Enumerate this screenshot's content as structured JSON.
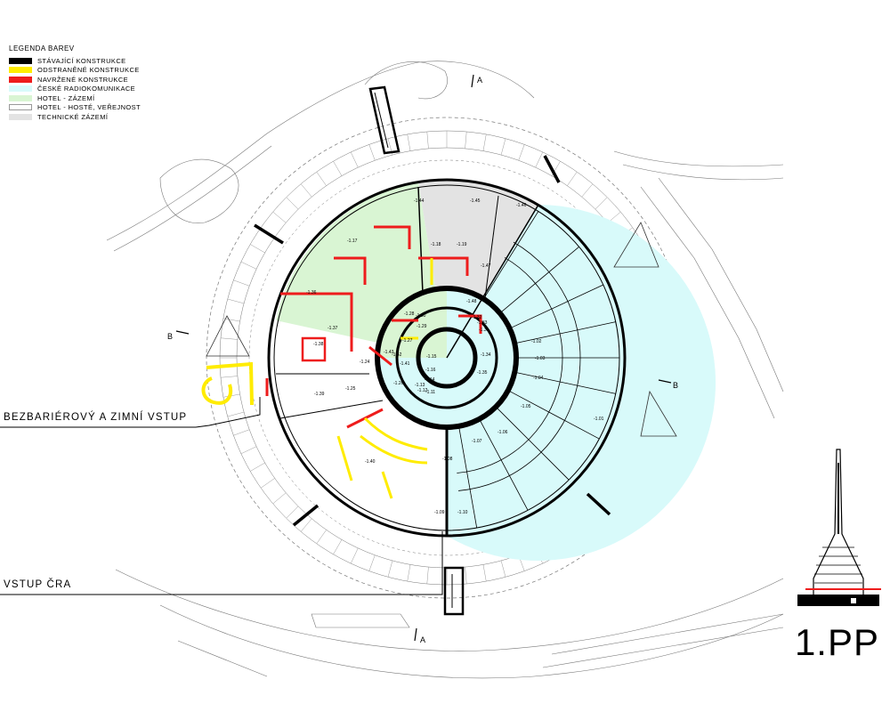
{
  "legend": {
    "title": "LEGENDA BAREV",
    "items": [
      {
        "label": "STÁVAJÍCÍ KONSTRUKCE",
        "color": "#000000"
      },
      {
        "label": "ODSTRANĚNÉ KONSTRUKCE",
        "color": "#ffec00"
      },
      {
        "label": "NAVRŽENÉ KONSTRUKCE",
        "color": "#ee1c1c"
      },
      {
        "label": "ČESKÉ RADIOKOMUNIKACE",
        "color": "#d8fafa"
      },
      {
        "label": "HOTEL - ZÁZEMÍ",
        "color": "#d9f5d3"
      },
      {
        "label": "HOTEL - HOSTÉ, VEŘEJNOST",
        "color": "#ffffff"
      },
      {
        "label": "TECHNICKÉ ZÁZEMÍ",
        "color": "#e3e3e3"
      }
    ]
  },
  "callouts": {
    "barrier_free": "BEZBARIÉROVÝ A ZIMNÍ VSTUP",
    "cra_entrance": "VSTUP ČRA"
  },
  "section_marks": {
    "a_top": "A",
    "a_bottom": "A",
    "b_left": "B",
    "b_right": "B"
  },
  "rooms": [
    "-1.44",
    "-1.45",
    "-1.46",
    "-1.17",
    "-1.18",
    "-1.19",
    "-1.47",
    "-1.48",
    "-1.36",
    "-1.37",
    "-1.38",
    "-1.30",
    "-1.32",
    "-1.31",
    "-1.29",
    "-1.28",
    "-1.27",
    "-1.33",
    "-1.34",
    "-1.35",
    "-1.24",
    "-1.43",
    "-1.42",
    "-1.41",
    "-1.15",
    "-1.16",
    "-1.14",
    "-1.13",
    "-1.12",
    "-1.11",
    "-1.25",
    "-1.26",
    "-1.39",
    "-1.02",
    "-1.03",
    "-1.04",
    "-1.05",
    "-1.06",
    "-1.01",
    "-1.07",
    "-1.08",
    "-1.40",
    "-1.09",
    "-1.10"
  ],
  "floor_label": "1.PP"
}
